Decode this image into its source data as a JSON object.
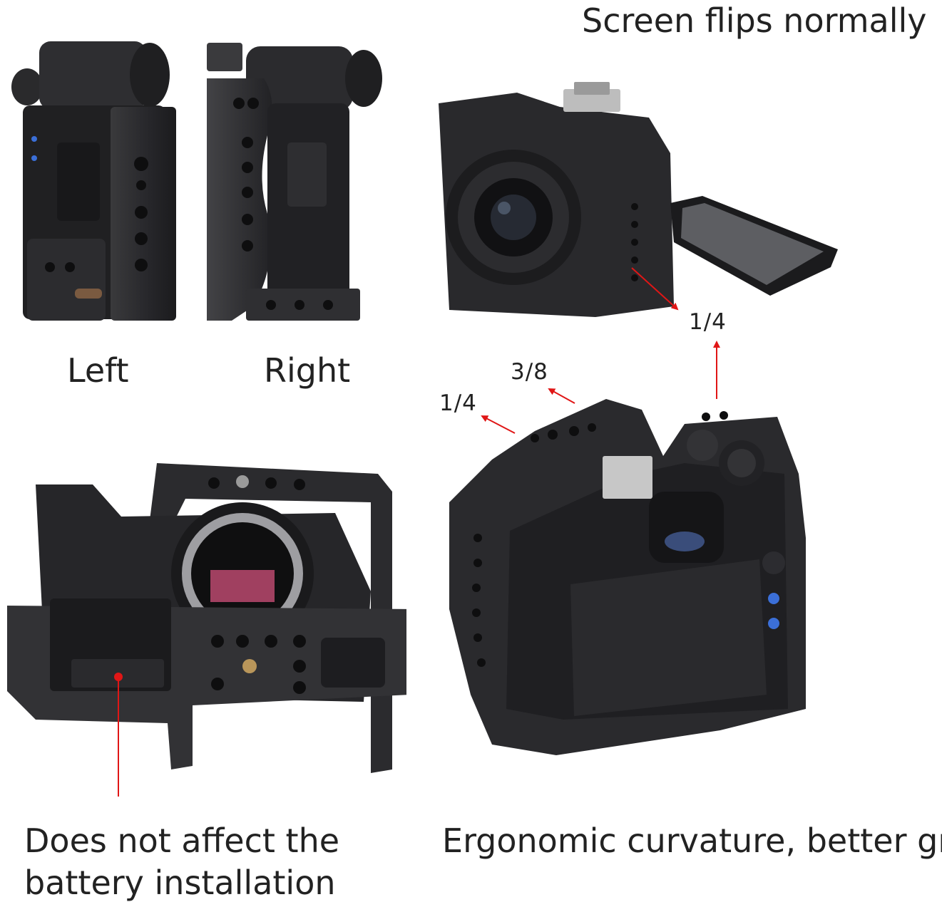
{
  "captions": {
    "screen_flips": "Screen flips normally",
    "left": "Left",
    "right": "Right",
    "battery_line1": "Does not affect the",
    "battery_line2": "battery installation",
    "grip": "Ergonomic curvature, better grip"
  },
  "callouts": {
    "thread_quarter_top": "1/4",
    "thread_three_eighths": "3/8",
    "thread_quarter_left": "1/4"
  },
  "colors": {
    "cage": "#2b2b2d",
    "cage_dark": "#151516",
    "arrow": "#e01616",
    "text": "#222222"
  }
}
